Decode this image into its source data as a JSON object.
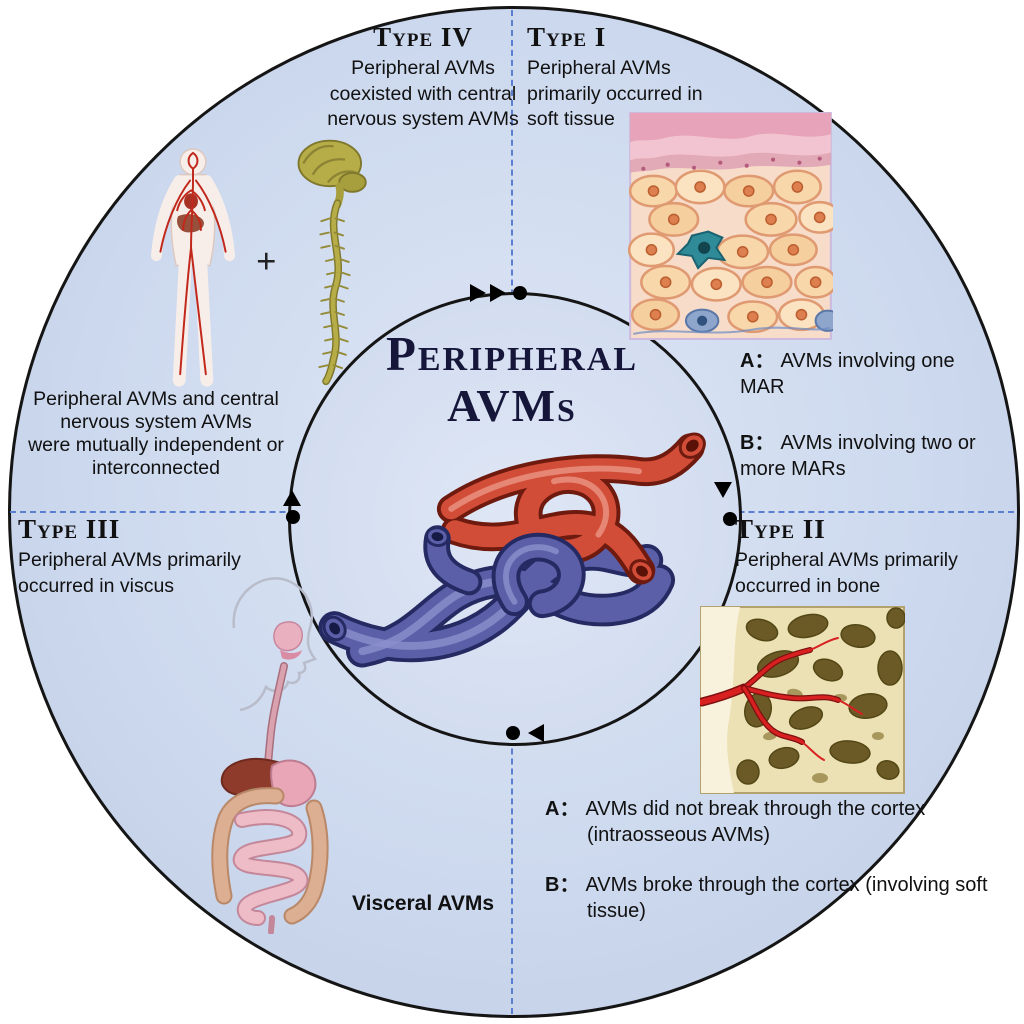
{
  "center": {
    "title_line1": "Peripheral",
    "title_line2": "AVMs"
  },
  "type1": {
    "heading": "Type I",
    "description": "Peripheral AVMs primarily occurred in soft tissue",
    "item_a_label": "A：",
    "item_a_text": "AVMs involving one MAR",
    "item_b_label": "B：",
    "item_b_text": "AVMs involving two or more MARs"
  },
  "type2": {
    "heading": "Type II",
    "description": "Peripheral AVMs primarily occurred in bone",
    "item_a_label": "A：",
    "item_a_text": "AVMs did not break through the cortex (intraosseous AVMs)",
    "item_b_label": "B：",
    "item_b_text": "AVMs broke through the cortex (involving soft tissue)"
  },
  "type3": {
    "heading": "Type III",
    "description": "Peripheral AVMs primarily occurred in viscus",
    "caption": "Visceral AVMs"
  },
  "type4": {
    "heading": "Type IV",
    "description": "Peripheral AVMs coexisted with central nervous system AVMs",
    "plus": "+",
    "note_lines": [
      "Peripheral AVMs and central",
      "nervous system AVMs",
      "were mutually independent or",
      "interconnected"
    ]
  },
  "colors": {
    "circle_fill": "#cdd9ee",
    "dashed_line": "#5b7ed0",
    "title_navy": "#16163a",
    "artery_red": "#d24d38",
    "vein_blue": "#5a5fa8"
  }
}
